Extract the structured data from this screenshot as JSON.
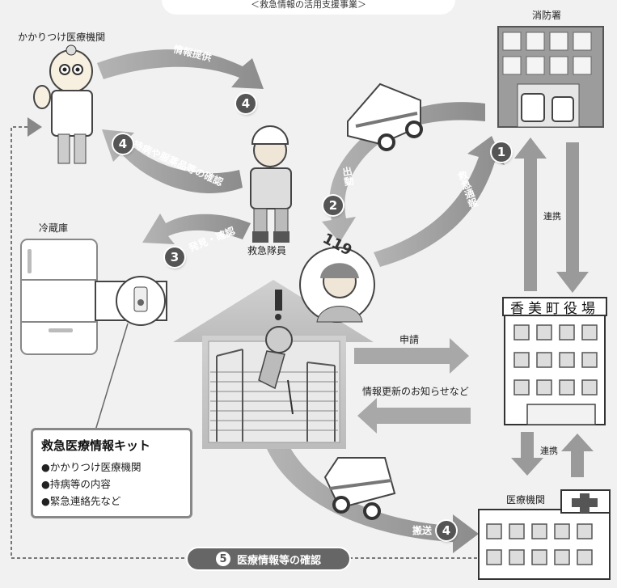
{
  "diagram": {
    "subtitle": "＜救急情報の活用支援事業＞",
    "actors": {
      "clinic": "かかりつけ医療機関",
      "fire_station": "消防署",
      "refrigerator": "冷蔵庫",
      "paramedic": "救急隊員",
      "hospital": "医療機関",
      "city_hall": "香美町役場",
      "call_number": "119"
    },
    "flows": {
      "info_provision": {
        "num": "4",
        "label": "情報提供"
      },
      "illness_check": {
        "num": "4",
        "label": "持病や服薬品等の確認"
      },
      "dispatch": {
        "num": "2",
        "label": "出動"
      },
      "emergency_call": {
        "num": "1",
        "label": "救急通報"
      },
      "discovery": {
        "num": "3",
        "label": "発見・確認"
      },
      "transport": {
        "num": "4",
        "label": "搬送"
      },
      "medical_confirm": {
        "num": "5",
        "label": "医療情報等の確認"
      },
      "cooperation_fire": "連携",
      "cooperation_hospital": "連携",
      "application": "申請",
      "info_update": "情報更新のお知らせなど"
    },
    "kit": {
      "title": "救急医療情報キット",
      "items": [
        "●かかりつけ医療機関",
        "●持病等の内容",
        "●緊急連絡先など"
      ]
    }
  }
}
